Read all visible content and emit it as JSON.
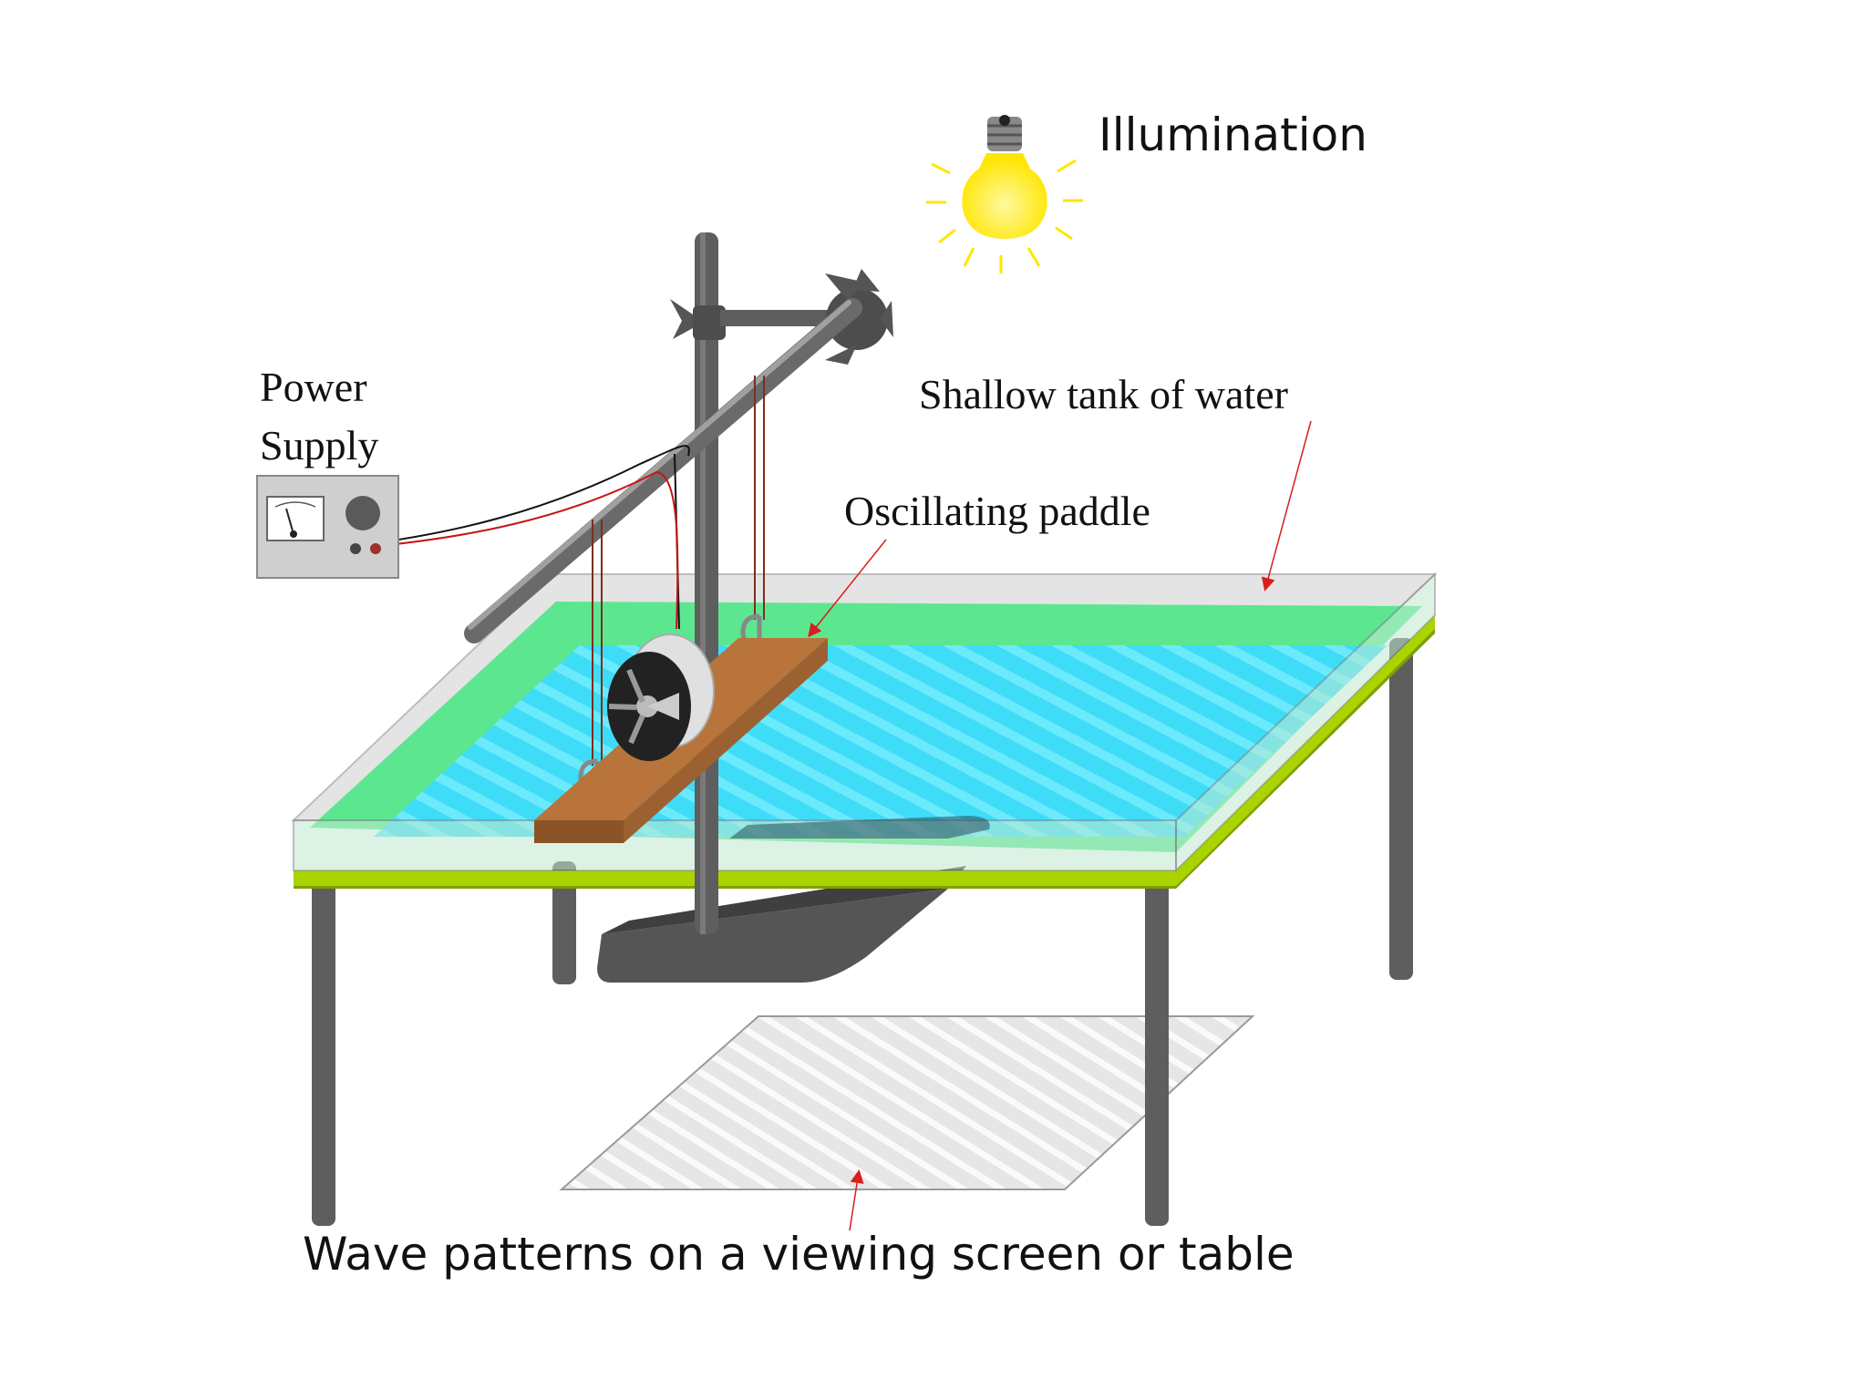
{
  "labels": {
    "illumination": "Illumination",
    "power_supply_line1": "Power",
    "power_supply_line2": "Supply",
    "shallow_tank": "Shallow tank of water",
    "oscillating_paddle": "Oscillating paddle",
    "wave_patterns": "Wave patterns on a viewing screen or table"
  },
  "colors": {
    "water": "#3fdcf7",
    "water_edge": "#4ee686",
    "table_top": "#a9d400",
    "paddle": "#b8743a",
    "bulb": "#ffee00",
    "metal": "#5e5e5e",
    "wire_red": "#c81414",
    "wire_black": "#111111",
    "arrow": "#d81e1e"
  },
  "icons": [
    "light-bulb-icon",
    "power-supply-icon",
    "motor-icon",
    "clamp-icon"
  ]
}
